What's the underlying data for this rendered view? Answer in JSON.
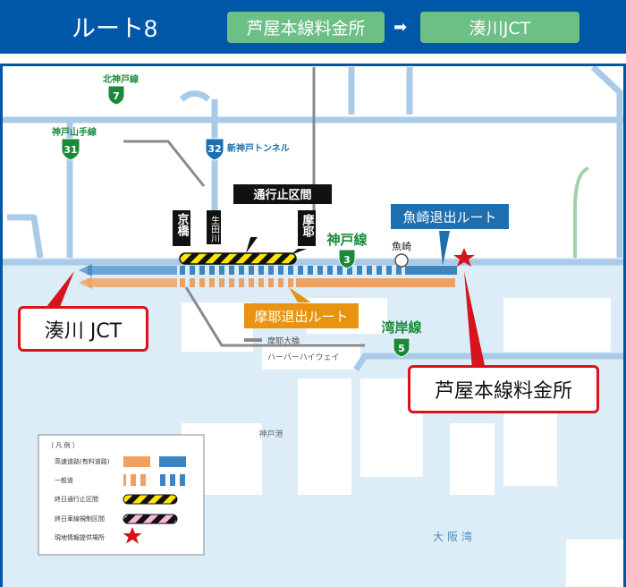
{
  "header": {
    "title": "ルート8",
    "from": "芦屋本線料金所",
    "arrow": "➡",
    "to": "湊川JCT"
  },
  "map": {
    "routes": [
      {
        "name": "北神戸線",
        "number": "7"
      },
      {
        "name": "神戸山手線",
        "number": "31"
      },
      {
        "name": "新神戸トンネル",
        "number": "32"
      },
      {
        "name": "神戸線",
        "number": "3"
      },
      {
        "name": "湾岸線",
        "number": "5"
      }
    ],
    "labels": {
      "closure": "通行止区間",
      "kyobashi": "京橋",
      "ikutagawa": "生田川",
      "maya": "摩耶",
      "uozaki": "魚崎",
      "uozaki_exit": "魚崎退出ルート",
      "maya_exit": "摩耶退出ルート",
      "maya_bridge": "摩耶大橋",
      "harbor_highway": "ハーバーハイウェイ",
      "kobe_port": "神戸港",
      "osaka_bay": "大阪湾"
    },
    "callouts": {
      "start": "芦屋本線料金所",
      "end": "湊川 JCT"
    },
    "legend": {
      "title": "〔 凡 例 〕",
      "items": [
        "高速道路(有料道路)",
        "一般道",
        "終日通行止区間",
        "終日車線規制区間",
        "現地情報提供場所"
      ]
    },
    "colors": {
      "header": "#0057a8",
      "orange": "#f0a060",
      "blue": "#3d85c0",
      "green": "#1a8a3a",
      "red": "#d7141c"
    }
  }
}
